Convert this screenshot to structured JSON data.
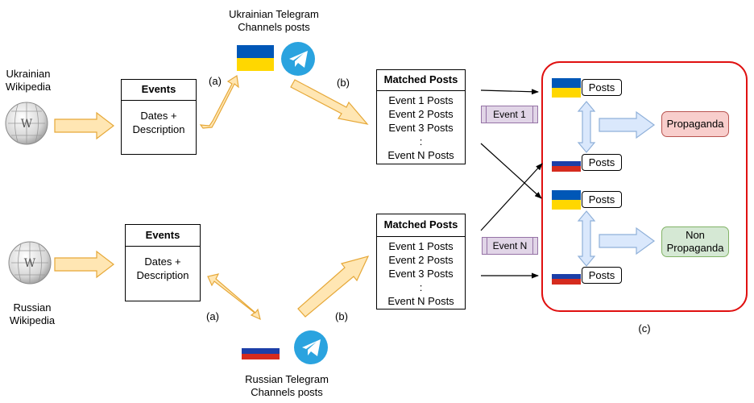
{
  "sources": {
    "ua_wiki": "Ukrainian\nWikipedia",
    "ru_wiki": "Russian\nWikipedia",
    "ua_telegram": "Ukrainian Telegram\nChannels posts",
    "ru_telegram": "Russian Telegram\nChannels posts"
  },
  "events_box": {
    "title": "Events",
    "body": "Dates +\nDescription"
  },
  "matched_box": {
    "title": "Matched Posts",
    "lines": [
      "Event 1 Posts",
      "Event 2 Posts",
      "Event 3 Posts",
      ":",
      "Event N Posts"
    ]
  },
  "step_labels": {
    "a": "(a)",
    "b": "(b)",
    "c": "(c)"
  },
  "event_tags": {
    "first": "Event 1",
    "last": "Event N"
  },
  "posts_label": "Posts",
  "classes": {
    "propaganda": "Propaganda",
    "non_propaganda": "Non\nPropaganda"
  },
  "colors": {
    "ukraine_blue": "#0057b7",
    "ukraine_yellow": "#ffd700",
    "russia_white": "#ffffff",
    "russia_blue": "#1c3fa8",
    "russia_red": "#d52b1e",
    "telegram_blue": "#2aa3df",
    "orange_arrow_fill": "#ffe6b3",
    "orange_arrow_stroke": "#e6a838",
    "blue_arrow_fill": "#dae8fc",
    "blue_arrow_stroke": "#8fb0d9",
    "frame_red": "#e01010",
    "propaganda_fill": "#f8cecc",
    "propaganda_stroke": "#b85450",
    "non_propaganda_fill": "#d5e8d4",
    "non_propaganda_stroke": "#82b366",
    "event_tag_fill": "#e1d5e7"
  },
  "icons": [
    "wikipedia-globe-icon",
    "telegram-icon",
    "ukraine-flag-icon",
    "russia-flag-icon"
  ]
}
